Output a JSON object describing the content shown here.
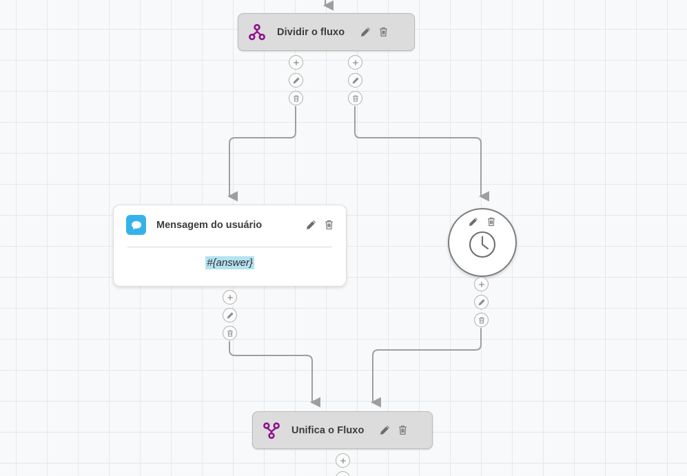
{
  "canvas": {
    "background_color": "#f8f9fa",
    "grid_line_color": "#e3e8ef",
    "grid_size": 45
  },
  "nodes": [
    {
      "id": "split",
      "type": "split",
      "title": "Dividir o fluxo",
      "icon": "split-branch-icon",
      "icon_color": "#8e0f8e",
      "style": "gray-bar",
      "edit_label": "edit-icon",
      "delete_label": "delete-icon"
    },
    {
      "id": "user-message",
      "type": "message",
      "title": "Mensagem do usuário",
      "icon": "chat-bubble-icon",
      "icon_bg": "#35b3e8",
      "style": "white-card",
      "body_text": "#{answer}",
      "body_highlight_color": "#b5e2f1",
      "edit_label": "edit-icon",
      "delete_label": "delete-icon"
    },
    {
      "id": "timer",
      "type": "timer",
      "title": "",
      "icon": "clock-icon",
      "style": "circle",
      "edit_label": "edit-icon",
      "delete_label": "delete-icon"
    },
    {
      "id": "merge",
      "type": "merge",
      "title": "Unifica o Fluxo",
      "icon": "merge-branch-icon",
      "icon_color": "#8e0f8e",
      "style": "gray-bar",
      "edit_label": "edit-icon",
      "delete_label": "delete-icon"
    }
  ],
  "connector_buttons": {
    "add_label": "add-step-button",
    "edit_label": "edit-connection-button",
    "delete_label": "delete-connection-button"
  },
  "edges": {
    "stroke_color": "#9e9e9e",
    "count": 5
  }
}
